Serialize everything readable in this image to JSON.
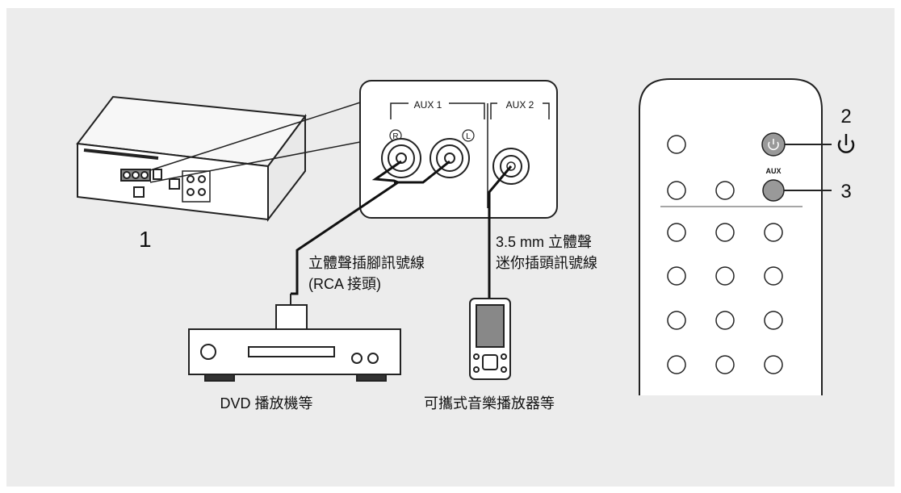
{
  "step_labels": {
    "main_unit": "1",
    "power_step": "2",
    "aux_step": "3"
  },
  "panel": {
    "aux1_label": "AUX 1",
    "aux2_label": "AUX 2",
    "right_jack_mark": "R",
    "left_jack_mark": "L"
  },
  "cables": {
    "rca_line1": "立體聲插腳訊號線",
    "rca_line2": "(RCA 接頭)",
    "mini_line1": "3.5 mm 立體聲",
    "mini_line2": "迷你插頭訊號線"
  },
  "devices": {
    "dvd_caption": "DVD 播放機等",
    "player_caption": "可攜式音樂播放器等"
  },
  "remote": {
    "aux_button_label": "AUX",
    "power_symbol": "⏻"
  }
}
